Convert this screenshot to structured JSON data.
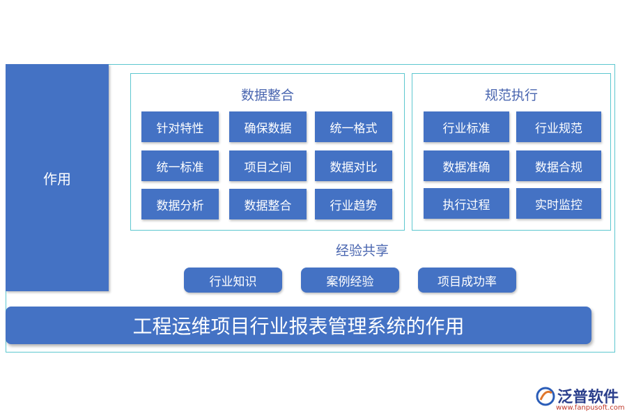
{
  "side_label": "作用",
  "data_integration": {
    "title": "数据整合",
    "items": [
      "针对特性",
      "确保数据",
      "统一格式",
      "统一标准",
      "项目之间",
      "数据对比",
      "数据分析",
      "数据整合",
      "行业趋势"
    ]
  },
  "standard_execution": {
    "title": "规范执行",
    "items": [
      "行业标准",
      "行业规范",
      "数据准确",
      "数据合规",
      "执行过程",
      "实时监控"
    ]
  },
  "experience_sharing": {
    "title": "经验共享",
    "items": [
      "行业知识",
      "案例经验",
      "项目成功率"
    ]
  },
  "footer_title": "工程运维项目行业报表管理系统的作用",
  "logo": {
    "name": "泛普软件",
    "url": "www.fanpusoft.com",
    "icon": "fanpu-logo-icon"
  },
  "colors": {
    "box": "#4472c4",
    "border": "#5cc7cf",
    "title": "#4a66b0"
  }
}
